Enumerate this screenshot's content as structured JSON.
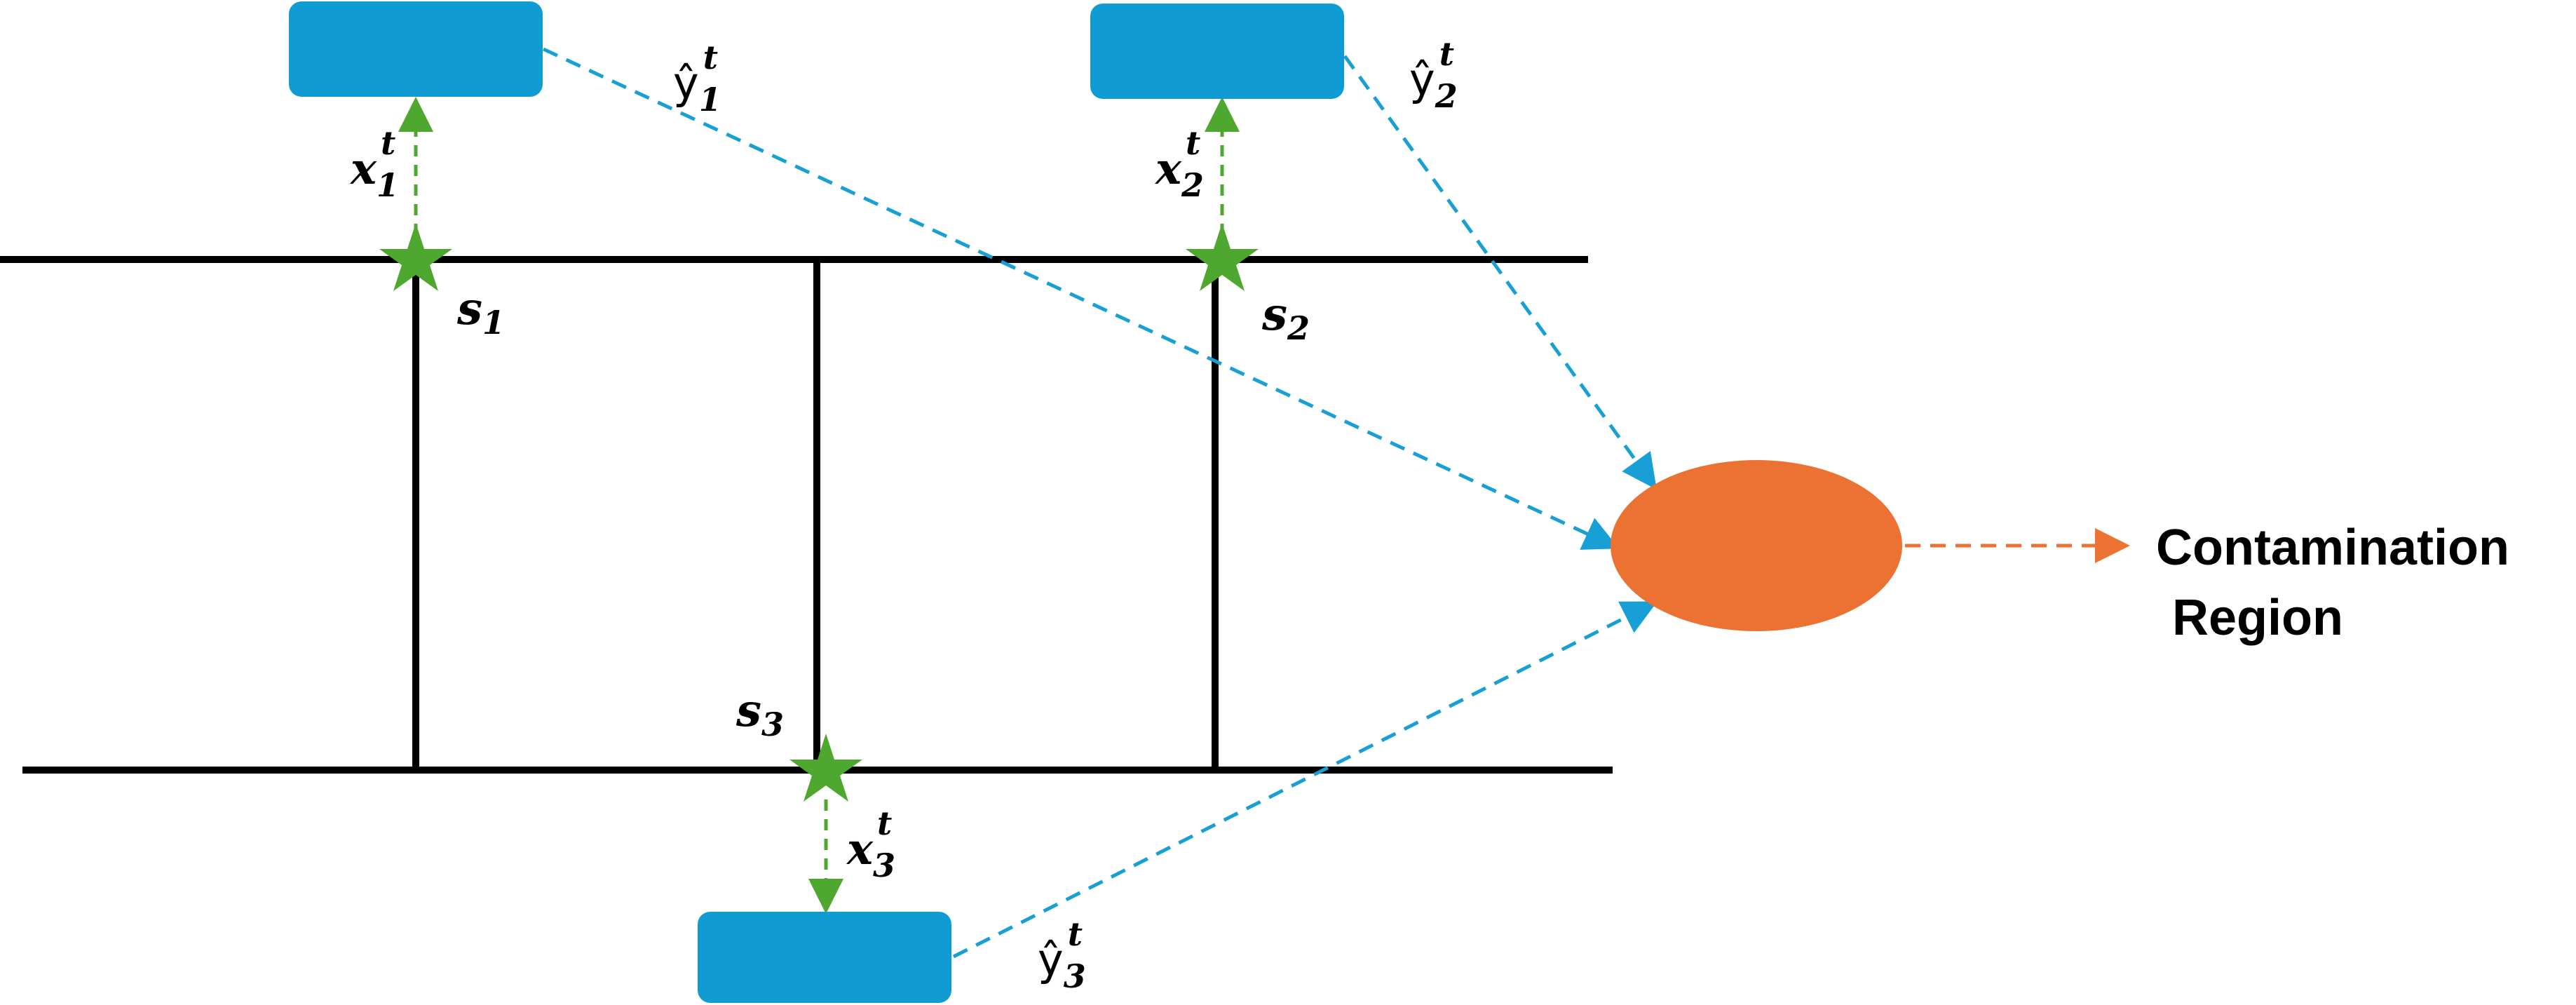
{
  "diagram": {
    "sensors": [
      {
        "id": "s1",
        "name": "s",
        "subscript": "1",
        "measurement_base": "x",
        "measurement_sub": "1",
        "measurement_sup": "t",
        "prediction_base": "ŷ",
        "prediction_sub": "1",
        "prediction_sup": "t"
      },
      {
        "id": "s2",
        "name": "s",
        "subscript": "2",
        "measurement_base": "x",
        "measurement_sub": "2",
        "measurement_sup": "t",
        "prediction_base": "ŷ",
        "prediction_sub": "2",
        "prediction_sup": "t"
      },
      {
        "id": "s3",
        "name": "s",
        "subscript": "3",
        "measurement_base": "x",
        "measurement_sub": "3",
        "measurement_sup": "t",
        "prediction_base": "ŷ",
        "prediction_sub": "3",
        "prediction_sup": "t"
      }
    ],
    "output_label_line1": "Contamination",
    "output_label_line2": "Region",
    "colors": {
      "pipe": "#000000",
      "sensor_star": "#4ea72e",
      "model_box": "#119bd3",
      "prediction_arrow": "#18a0d6",
      "measurement_arrow": "#4ea72e",
      "region_ellipse": "#eb7232",
      "output_arrow": "#eb7232"
    }
  }
}
